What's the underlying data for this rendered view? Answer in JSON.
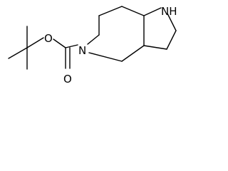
{
  "structure": {
    "atoms": {
      "n_ring": "N",
      "nh": "NH",
      "o_ether": "O",
      "o_carbonyl": "O"
    }
  },
  "colors": {
    "bond": "#000000",
    "label": "#000000",
    "background": "#ffffff"
  }
}
